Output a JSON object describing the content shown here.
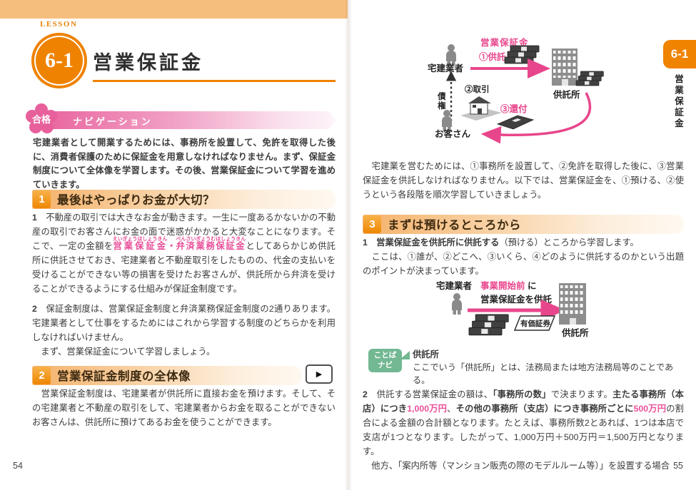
{
  "colors": {
    "accent_orange": "#EF8200",
    "band_orange": "#F6BE7D",
    "accent_pink": "#E8468C",
    "text_pink": "#E9509A",
    "navi_green": "#72B893"
  },
  "left_page": {
    "page_number": "54",
    "lesson": {
      "label": "LESSON",
      "number": "6-1",
      "title": "営業保証金"
    },
    "goukaku_navi": {
      "badge": "合格",
      "title": "ナビゲーション",
      "body": "宅建業者として開業するためには、事務所を設置して、免許を取得した後に、消費者保護のために保証金を用意しなければなりません。まず、保証金制度について全体像を学習します。その後、営業保証金について学習を進めていきます。"
    },
    "section1": {
      "number": "1",
      "title": "最後はやっぱりお金が大切？",
      "p1": {
        "num": "1",
        "seg1": "　不動産の取引では大きなお金が動きます。一生に一度あるかないかの不動産の取引でお客さんにお金の面で迷惑がかかると大変なことになります。そこで、一定の金額を",
        "term1": "営業保証金",
        "term1_ruby": "えいぎょうほしょうきん",
        "sep": "・",
        "term2": "弁済業務保証金",
        "term2_ruby": "べんさいぎょうむほしょうきん",
        "seg2": "としてあらかじめ供託所に供託させておき、宅建業者と不動産取引をしたものの、代金の支払いを受けることができない等の損害を受けたお客さんが、供託所から弁済を受けることができるようにする仕組みが保証金制度です。"
      },
      "p2": {
        "num": "2",
        "text": "　保証金制度は、営業保証金制度と弁済業務保証金制度の2通りあります。宅建業者として仕事をするためにはこれから学習する制度のどちらかを利用しなければいけません。"
      },
      "p3": "　まず、営業保証金について学習しましょう。"
    },
    "section2": {
      "number": "2",
      "title": "営業保証金制度の全体像",
      "play": "▶",
      "p1": "　営業保証金制度は、宅建業者が供託所に直接お金を預けます。そして、その宅建業者と不動産の取引をして、宅建業者からお金を取ることができないお客さんは、供託所に預けてあるお金を使うことができます。"
    }
  },
  "right_page": {
    "page_number": "55",
    "edge_tab": {
      "number": "6-1",
      "title": "営業保証金"
    },
    "diagram1": {
      "takken": "宅建業者",
      "eigyo": "営業保証金",
      "kyotaku": "①供託",
      "torihiki": "②取引",
      "saiken_1": "債",
      "saiken_2": "権",
      "kanpu": "③還付",
      "kyotakusho": "供託所",
      "okyaku": "お客さん"
    },
    "p1": "　宅建業を営むためには、①事務所を設置して、②免許を取得した後に、③営業保証金を供託しなければなりません。以下では、営業保証金を、①預ける、②使うという各段階を順次学習していきましょう。",
    "section3": {
      "number": "3",
      "title": "まずは預けるところから",
      "p1": {
        "num": "1",
        "bold": "　営業保証金を供託所に供託する",
        "rest": "（預ける）ところから学習します。"
      },
      "p2": "　ここは、①誰が、②どこへ、③いくら、④どのように供託するのかという出題のポイントが決まっています。"
    },
    "diagram2": {
      "takken": "宅建業者",
      "pre_pink": "事業開始前",
      "pre_rest": "に",
      "line2": "営業保証金を供託",
      "yuka": "有価証券",
      "kyotakusho": "供託所"
    },
    "kotoba_navi": {
      "badge_1": "ことば",
      "badge_2": "ナビ",
      "term": "供託所",
      "body": "ここでいう「供託所」とは、法務局または地方法務局等のことである。"
    },
    "p2": {
      "num": "2",
      "seg1": "　供託する営業保証金の額は、",
      "bold1": "「事務所の数」",
      "seg2": "で決まります。",
      "bold2": "主たる事務所（本店）につき",
      "pink1": "1,000万円",
      "seg3": "、",
      "bold3": "その他の事務所（支店）につき事務所ごとに",
      "pink2": "500万円",
      "seg4": "の割合による金額の合計額となります。たとえば、事務所数2とあれば、1つは本店で支店が1つとなります。したがって、1,000万円＋500万円＝1,500万円となります。",
      "line2": "　他方、「案内所等（マンション販売の際のモデルルーム等）」を設置する場合"
    }
  }
}
